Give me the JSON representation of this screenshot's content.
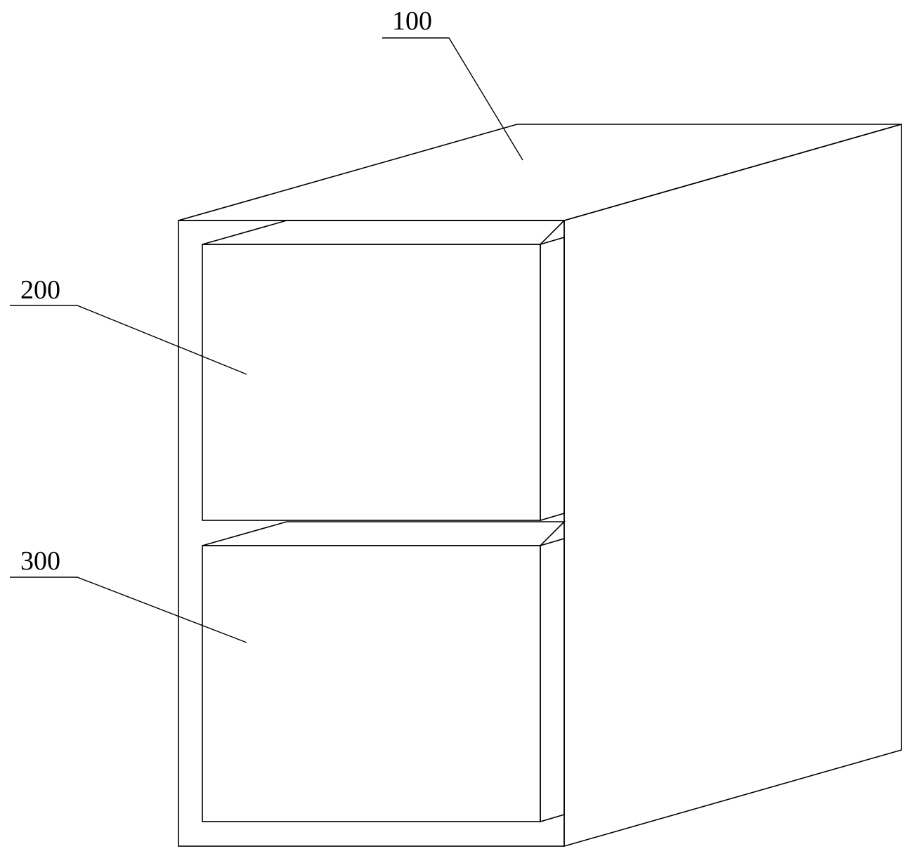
{
  "labels": {
    "cabinet": "100",
    "upper_drawer": "200",
    "lower_drawer": "300"
  },
  "colors": {
    "line": "#000000",
    "background": "#ffffff"
  }
}
